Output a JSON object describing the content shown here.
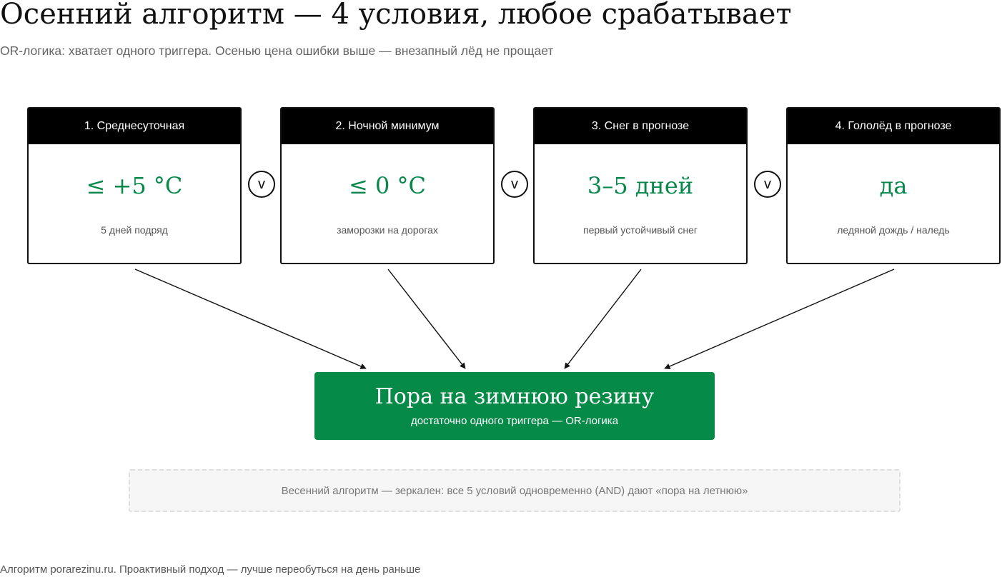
{
  "header": {
    "title": "Осенний алгоритм — 4 условия, любое срабатывает",
    "subtitle": "OR-логика: хватает одного триггера. Осенью цена ошибки выше — внезапный лёд не прощает"
  },
  "conditions": [
    {
      "label": "1. Среднесуточная",
      "value": "≤ +5 °C",
      "note": "5 дней подряд"
    },
    {
      "label": "2. Ночной минимум",
      "value": "≤ 0 °C",
      "note": "заморозки на дорогах"
    },
    {
      "label": "3. Снег в прогнозе",
      "value": "3–5 дней",
      "note": "первый устойчивый снег"
    },
    {
      "label": "4. Гололёд в прогнозе",
      "value": "да",
      "note": "ледяной дождь / наледь"
    }
  ],
  "operators": [
    "v",
    "v",
    "v"
  ],
  "result": {
    "title": "Пора на зимнюю резину",
    "subtitle": "достаточно одного триггера — OR-логика"
  },
  "spring_note": "Весенний алгоритм — зеркален: все 5 условий одновременно (AND) дают «пора на летнюю»",
  "footer": "Алгоритм porarezinu.ru. Проактивный подход — лучше переобуться на день раньше",
  "colors": {
    "accent_green": "#068a48",
    "value_green": "#07874a",
    "card_header": "#000000"
  }
}
